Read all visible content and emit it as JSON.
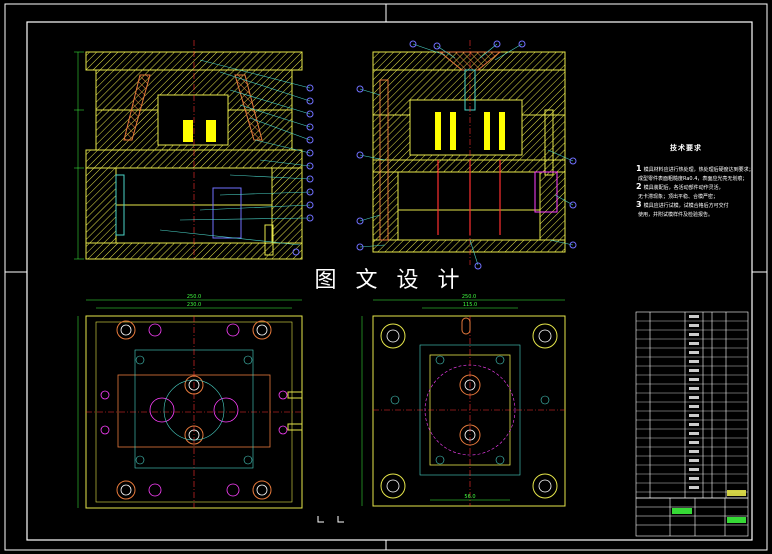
{
  "drawing": {
    "watermark": "图 文 设 计",
    "tech_requirements": {
      "title": "技术要求",
      "items": [
        {
          "num": "1",
          "text": "模具材料应进行热处理，热处理后硬度达到要求；"
        },
        {
          "num": "",
          "text": "成型零件表面粗糙度Ra0.4，表面应光亮无划痕；"
        },
        {
          "num": "2",
          "text": "模具装配后，各活动部件动作灵活，"
        },
        {
          "num": "",
          "text": "无卡滞现象；顶出平稳、合模严密；"
        },
        {
          "num": "3",
          "text": "模具应进行试模，试模合格后方可交付"
        },
        {
          "num": "",
          "text": "使用，并附试模样件及检验报告。"
        }
      ]
    },
    "dimensions": {
      "bottom_left_width": "250.0",
      "bottom_left_inner": "230.0",
      "bottom_right_width": "250.0",
      "bottom_right_inner": "115.0",
      "bottom_right_small": "56.0"
    },
    "colors": {
      "frame": "#ffffff",
      "plate": "#e6e64a",
      "cavity": "#e67a3c",
      "leader": "#4ad4c8",
      "balloon": "#7070ff",
      "center": "#ff3030",
      "insert": "#ffff00",
      "bolt": "#ff40ff",
      "green": "#40ff40"
    }
  }
}
